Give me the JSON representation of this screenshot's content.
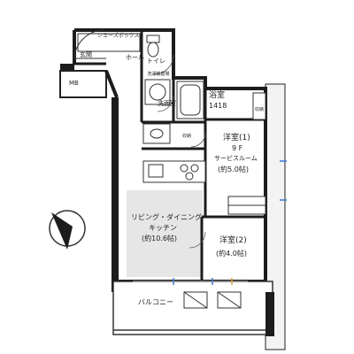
{
  "labels": {
    "genkan": "玄関",
    "shoes_cabinet": "シューズボックス",
    "hall": "ホール",
    "toilet": "トイレ",
    "mb": "MB",
    "washer": "洗濯機置場",
    "washroom": "洗面室",
    "bath_name": "浴室",
    "bath_size": "1418",
    "storage_left": "収納",
    "storage_top": "収納",
    "bedroom1_name": "洋室(1)",
    "bedroom1_floor": "9 F",
    "bedroom1_service": "サービスルーム",
    "bedroom1_size": "(約5.0帖)",
    "ldk_line1": "リビング・ダイニング",
    "ldk_line2": "キッチン",
    "ldk_size": "(約10.6帖)",
    "bedroom2_name": "洋室(2)",
    "bedroom2_size": "(約4.0帖)",
    "balcony": "バルコニー"
  },
  "colors": {
    "wall": "#1c1c1c",
    "highlight": "#e4e4e4",
    "line": "#555555"
  }
}
